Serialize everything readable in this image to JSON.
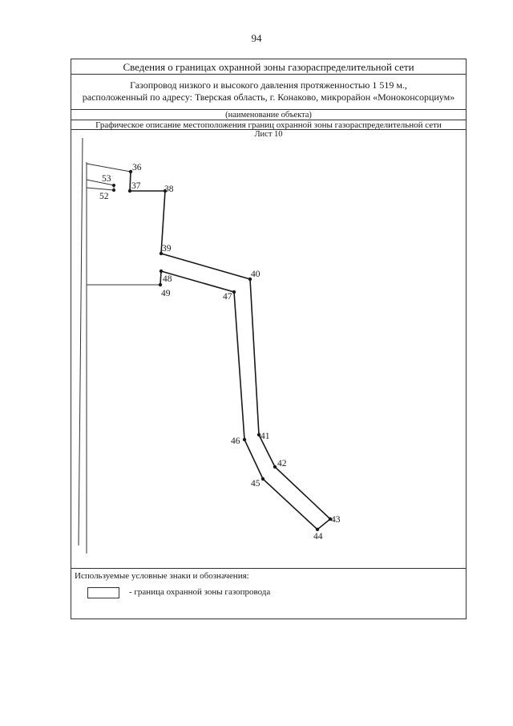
{
  "page_number": "94",
  "header": {
    "title": "Сведения о границах охранной зоны газораспределительной сети",
    "description_line1": "Газопровод низкого и высокого давления протяженностью 1 519  м.,",
    "description_line2": "расположенный по адресу: Тверская область, г. Конаково, микрорайон «Моноконсорциум»",
    "object_caption": "(наименование объекта)",
    "subtitle": "Графическое описание местоположения границ охранной зоны газораспределительной сети",
    "sheet": "Лист 10"
  },
  "drawing": {
    "points": [
      {
        "id": "36",
        "label": "36"
      },
      {
        "id": "37",
        "label": "37"
      },
      {
        "id": "38",
        "label": "38"
      },
      {
        "id": "39",
        "label": "39"
      },
      {
        "id": "40",
        "label": "40"
      },
      {
        "id": "41",
        "label": "41"
      },
      {
        "id": "42",
        "label": "42"
      },
      {
        "id": "43",
        "label": "43"
      },
      {
        "id": "44",
        "label": "44"
      },
      {
        "id": "45",
        "label": "45"
      },
      {
        "id": "46",
        "label": "46"
      },
      {
        "id": "47",
        "label": "47"
      },
      {
        "id": "48",
        "label": "48"
      },
      {
        "id": "49",
        "label": "49"
      },
      {
        "id": "52",
        "label": "52"
      },
      {
        "id": "53",
        "label": "53"
      }
    ]
  },
  "legend": {
    "title": "Используемые условные знаки и обозначения:",
    "boundary_label": "- граница охранной зоны газопровода"
  }
}
